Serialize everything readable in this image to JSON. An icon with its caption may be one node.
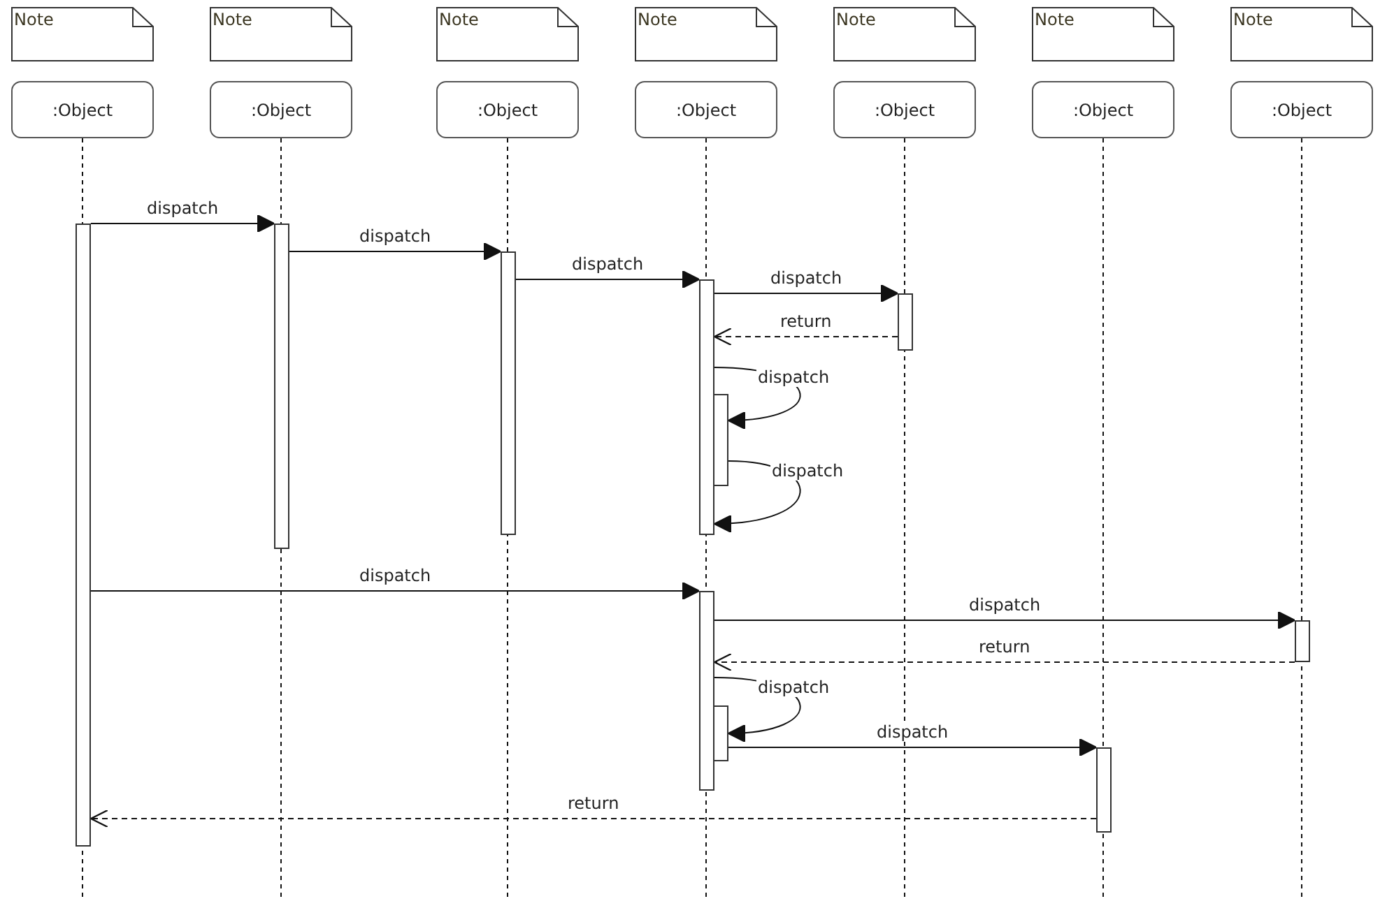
{
  "diagram": {
    "nodes": [
      {
        "text": [
          "Note"
        ]
      },
      {
        "text": [
          "Note"
        ]
      },
      {
        "text": [
          "Note"
        ]
      },
      {
        "text": [
          "Note"
        ]
      },
      {
        "text": [
          "Note"
        ]
      },
      {
        "text": [
          "Note"
        ]
      },
      {
        "text": [
          "Note"
        ]
      },
      {
        "text": [
          ":Object"
        ]
      },
      {
        "text": [
          ":Object"
        ]
      },
      {
        "text": [
          ":Object"
        ]
      },
      {
        "text": [
          ":Object"
        ]
      },
      {
        "text": [
          ":Object"
        ]
      },
      {
        "text": [
          ":Object"
        ]
      },
      {
        "text": [
          ":Object"
        ]
      },
      {
        "text": [],
        "shape": "bar"
      },
      {
        "text": [],
        "shape": "bar"
      },
      {
        "text": [],
        "shape": "bar"
      },
      {
        "text": [],
        "shape": "bar"
      },
      {
        "text": [],
        "shape": "bar"
      },
      {
        "text": [],
        "shape": "bar"
      },
      {
        "text": [],
        "shape": "bar"
      },
      {
        "text": [],
        "shape": "bar"
      },
      {
        "text": [],
        "shape": "bar"
      },
      {
        "text": [],
        "shape": "bar"
      }
    ],
    "edges": [
      {
        "from": 14,
        "to": 15,
        "arrow": "to",
        "label": "dispatch"
      },
      {
        "from": 15,
        "to": 16,
        "arrow": "to",
        "label": "dispatch"
      },
      {
        "from": 16,
        "to": 17,
        "arrow": "to",
        "label": "dispatch"
      },
      {
        "from": 17,
        "to": 18,
        "arrow": "to",
        "label": "dispatch"
      },
      {
        "from": 18,
        "to": 17,
        "arrow": "to",
        "label": "return",
        "style": "dashed"
      },
      {
        "from": 17,
        "to": 19,
        "arrow": "to",
        "label": "dispatch"
      },
      {
        "from": 19,
        "to": 17,
        "arrow": "to",
        "label": "dispatch"
      },
      {
        "from": 14,
        "to": 20,
        "arrow": "to",
        "label": "dispatch"
      },
      {
        "from": 20,
        "to": 21,
        "arrow": "to",
        "label": "dispatch"
      },
      {
        "from": 21,
        "to": 20,
        "arrow": "to",
        "label": "return",
        "style": "dashed"
      },
      {
        "from": 20,
        "to": 22,
        "arrow": "to",
        "label": "dispatch"
      },
      {
        "from": 22,
        "to": 23,
        "arrow": "to",
        "label": "dispatch"
      },
      {
        "from": 23,
        "to": 14,
        "arrow": "to",
        "label": "return",
        "style": "dashed"
      }
    ]
  }
}
